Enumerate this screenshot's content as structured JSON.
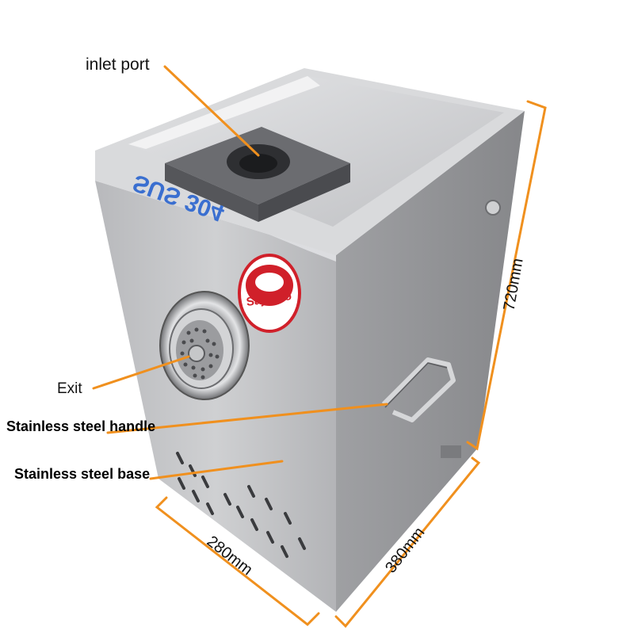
{
  "labels": {
    "inlet": "inlet port",
    "exit": "Exit",
    "handle": "Stainless steel handle",
    "base": "Stainless steel base"
  },
  "dimensions": {
    "height": "720mm",
    "width": "280mm",
    "depth": "380mm"
  },
  "product": {
    "embossed_text": "SUS 304",
    "logo_text": "Sajabko"
  },
  "colors": {
    "annotation_line": "#f0901e",
    "steel_light": "#c9cacc",
    "steel_mid": "#a9aaac",
    "steel_dark": "#8e8f92",
    "logo_red": "#d0202a",
    "embossed_blue": "#3a6fd0"
  }
}
